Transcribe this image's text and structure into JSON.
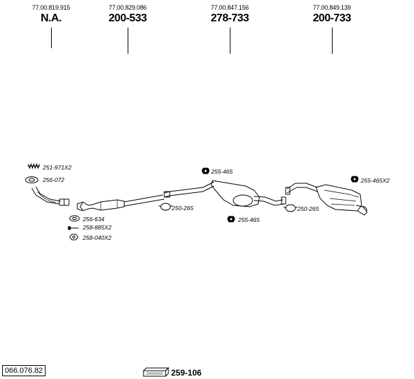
{
  "header_parts": [
    {
      "oem": "77.00.819.915",
      "part": "N.A."
    },
    {
      "oem": "77.00.829.086",
      "part": "200-533"
    },
    {
      "oem": "77.00.847.156",
      "part": "278-733"
    },
    {
      "oem": "77.00.849.139",
      "part": "200-733"
    }
  ],
  "labels": {
    "spring": "251-971X2",
    "gasket_ring": "256-072",
    "gasket_256634": "256-634",
    "bolt": "258-885X2",
    "nut": "258-040X2",
    "clamp1": "250-265",
    "hanger1": "255-465",
    "hanger2": "255-465",
    "clamp2": "250-265",
    "hanger3": "255-465X2"
  },
  "reference": "066.076.82",
  "kit": {
    "part": "259-106"
  }
}
